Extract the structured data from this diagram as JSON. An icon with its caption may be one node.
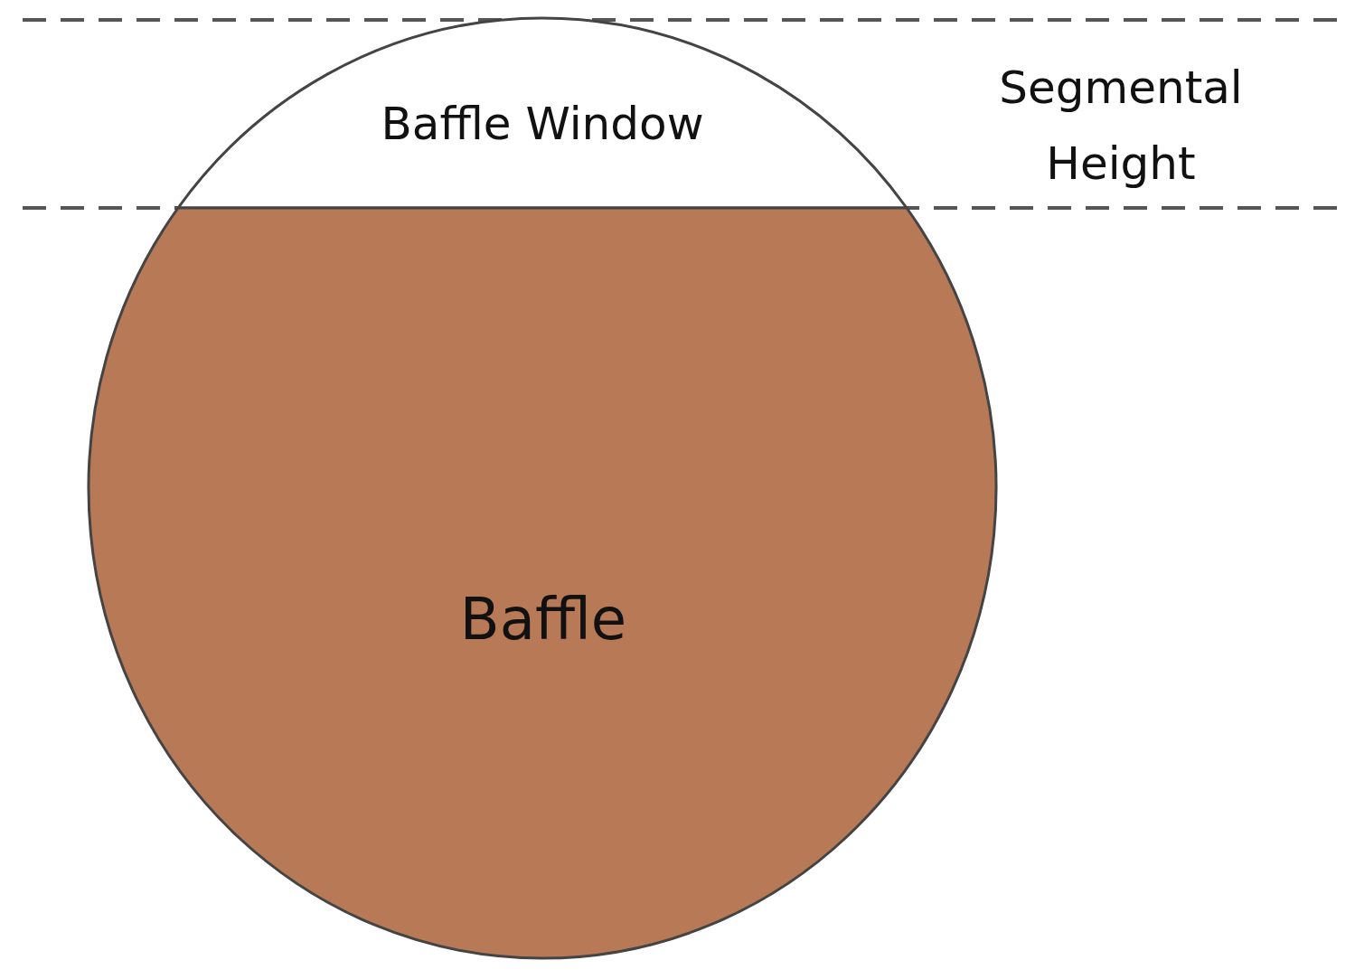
{
  "diagram": {
    "nodes": [
      {
        "text": [
          "Baffle Window"
        ]
      },
      {
        "text": [
          "Baffle"
        ]
      }
    ],
    "labels": [
      "Segmental Height"
    ]
  }
}
